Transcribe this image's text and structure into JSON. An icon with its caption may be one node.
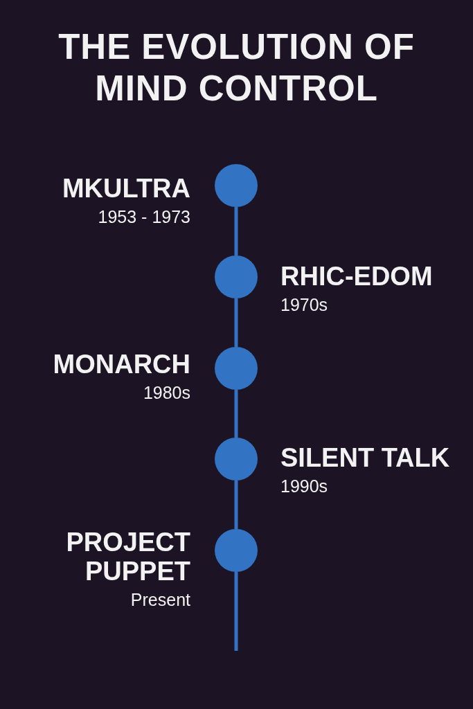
{
  "diagram": {
    "title": "THE EVOLUTION OF MIND CONTROL",
    "nodes": [
      {
        "text": [],
        "shape": "circle",
        "beside": [
          "MKULTRA",
          "1953 - 1973"
        ]
      },
      {
        "text": [],
        "shape": "circle",
        "beside": [
          "RHIC-EDOM",
          "1970s"
        ]
      },
      {
        "text": [],
        "shape": "circle",
        "beside": [
          "MONARCH",
          "1980s"
        ]
      },
      {
        "text": [],
        "shape": "circle",
        "beside": [
          "SILENT TALK",
          "1990s"
        ]
      },
      {
        "text": [],
        "shape": "circle",
        "beside": [
          "PROJECT PUPPET",
          "Present"
        ]
      }
    ],
    "edges": [
      {
        "from": 0,
        "to": 1,
        "arrow": "none"
      },
      {
        "from": 1,
        "to": 2,
        "arrow": "none"
      },
      {
        "from": 2,
        "to": 3,
        "arrow": "none"
      },
      {
        "from": 3,
        "to": 4,
        "arrow": "none"
      },
      {
        "from": 4,
        "to": null,
        "arrow": "none"
      }
    ]
  }
}
